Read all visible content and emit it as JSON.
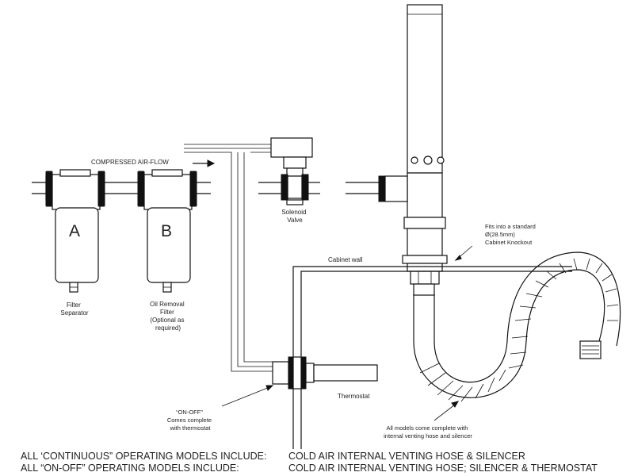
{
  "labels": {
    "compressed_air_flow": "COMPRESSED AIR-FLOW",
    "filter_a_letter": "A",
    "filter_b_letter": "B",
    "filter_separator": [
      "Filter",
      "Separator"
    ],
    "oil_removal_filter": [
      "Oil Removal",
      "Filter",
      "(Optional as",
      "required)"
    ],
    "solenoid_valve": [
      "Solenoid",
      "Valve"
    ],
    "knockout_note": [
      "Fits into a standard",
      "Ø(28.5mm)",
      "Cabinet Knockout"
    ],
    "cabinet_wall": "Cabinet wall",
    "thermostat": "Thermostat",
    "on_off_note": [
      "“ON-OFF”",
      "Comes complete",
      "with thermostat"
    ],
    "hose_note": [
      "All models come complete with",
      "internal venting hose and silencer"
    ]
  },
  "footer": [
    {
      "left": "ALL ‘CONTINUOUS” OPERATING MODELS INCLUDE:",
      "right": "COLD AIR INTERNAL VENTING HOSE & SILENCER"
    },
    {
      "left": "ALL “ON-OFF” OPERATING MODELS INCLUDE:",
      "right": "COLD AIR INTERNAL VENTING HOSE; SILENCER & THERMOSTAT"
    }
  ]
}
